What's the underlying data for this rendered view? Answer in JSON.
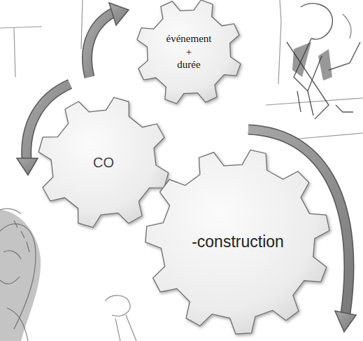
{
  "diagram": {
    "nodes": [
      {
        "text": [
          "événement + durée"
        ]
      },
      {
        "text": [
          "CO"
        ]
      },
      {
        "text": [
          "-construction"
        ]
      }
    ]
  }
}
